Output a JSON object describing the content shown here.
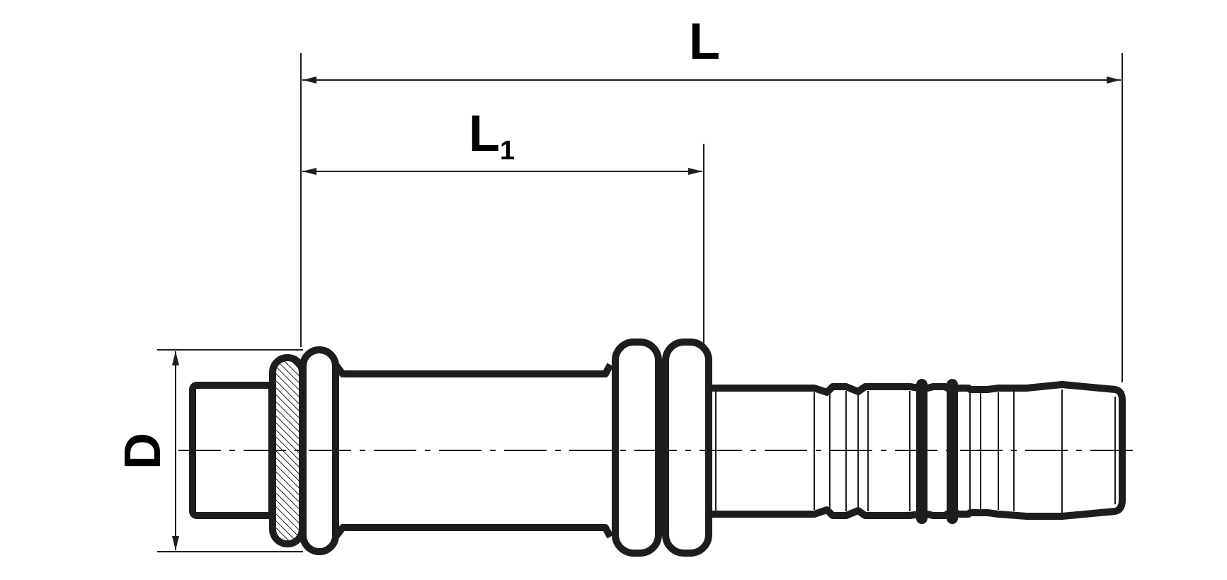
{
  "labels": {
    "length_total": "L",
    "length_partial": "L",
    "length_partial_sub": "1",
    "diameter": "D"
  },
  "colors": {
    "ink": "#1d1d1d",
    "background": "#ffffff"
  }
}
